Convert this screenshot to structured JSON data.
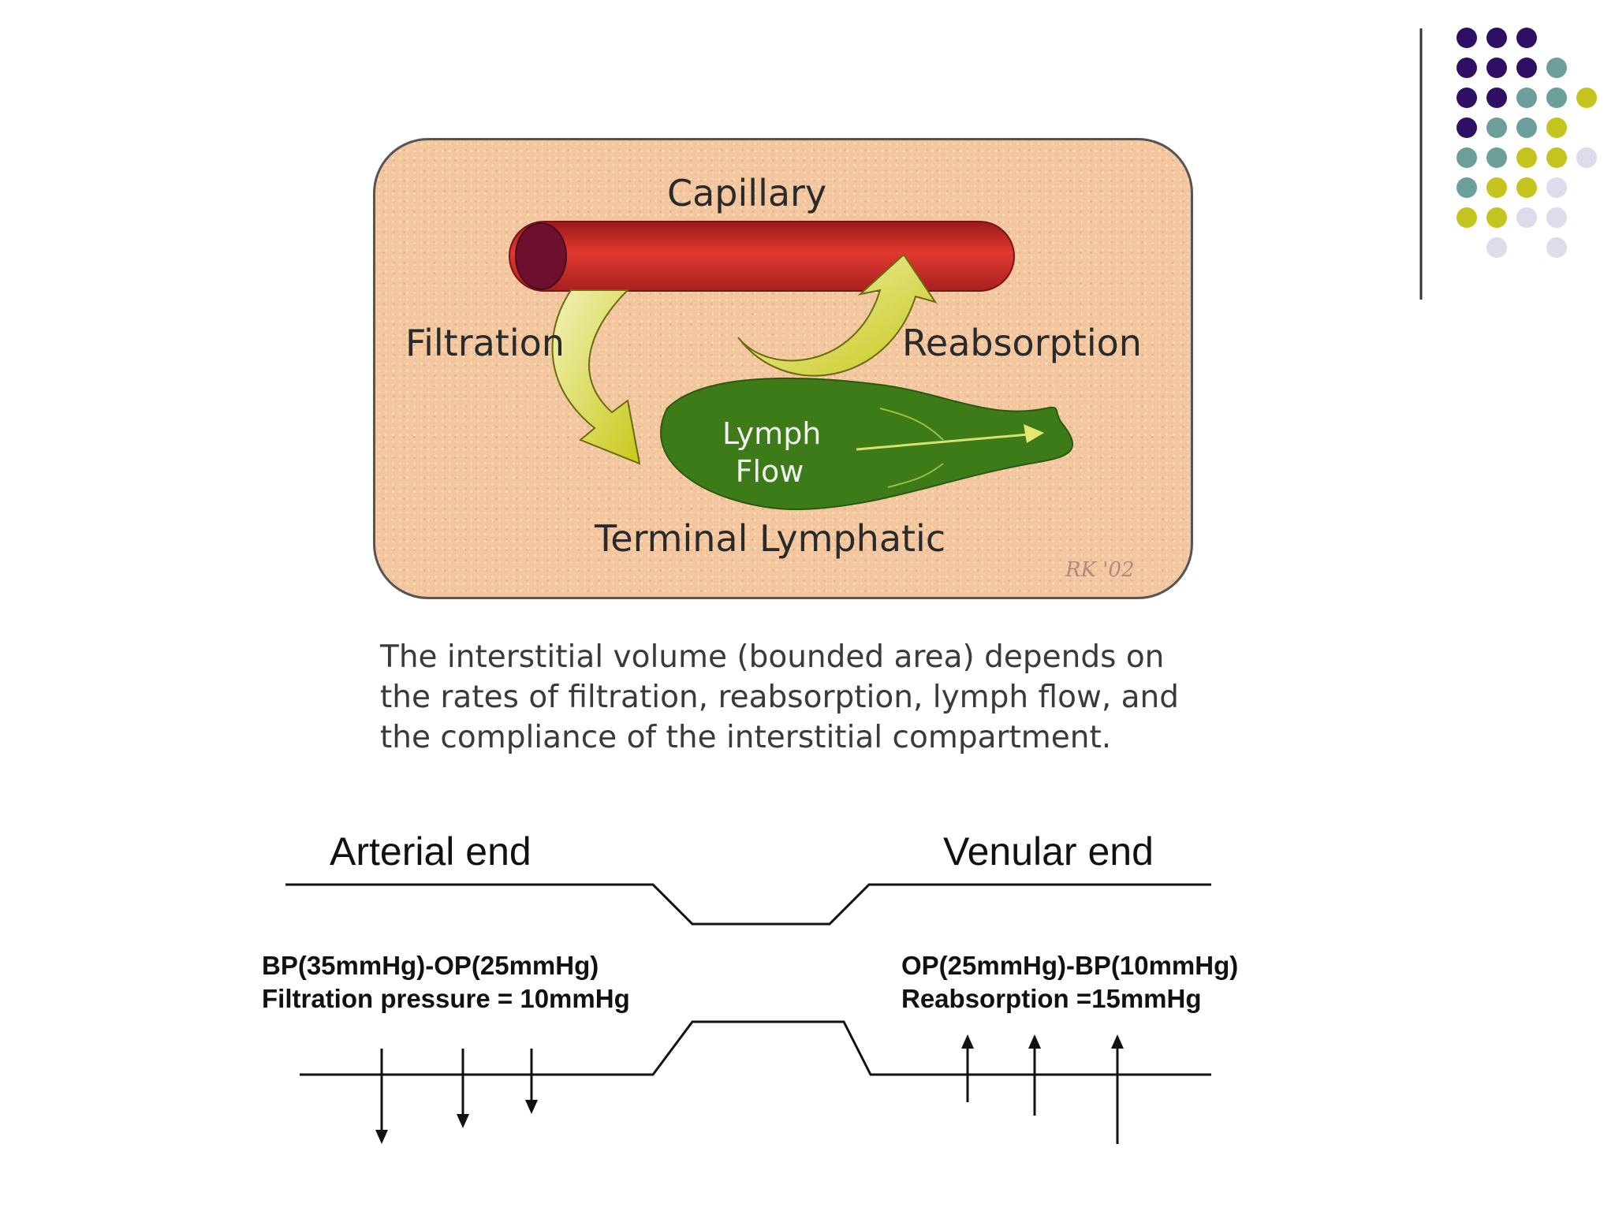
{
  "figure": {
    "capillary_label": "Capillary",
    "filtration_label": "Filtration",
    "reabsorption_label": "Reabsorption",
    "lymph_line1": "Lymph",
    "lymph_line2": "Flow",
    "terminal_label": "Terminal Lymphatic",
    "signature": "RK '02"
  },
  "caption": {
    "line1": "The interstitial volume (bounded area) depends on",
    "line2": "the rates of filtration, reabsorption, lymph flow, and",
    "line3": "the compliance of the interstitial compartment."
  },
  "schematic": {
    "arterial_label": "Arterial end",
    "venular_label": "Venular end",
    "arterial_line1": "BP(35mmHg)-OP(25mmHg)",
    "arterial_line2": "Filtration pressure = 10mmHg",
    "venular_line1": "OP(25mmHg)-BP(10mmHg)",
    "venular_line2": "Reabsorption =15mmHg"
  },
  "colors": {
    "purple": "#2f0f63",
    "teal": "#6c9e9a",
    "olive": "#c4c41e",
    "lavender": "#dcdcec",
    "capillary_red": "#cc2a2a",
    "lymphatic_green": "#3d7a18",
    "arrow_yellow": "#dede6a"
  }
}
